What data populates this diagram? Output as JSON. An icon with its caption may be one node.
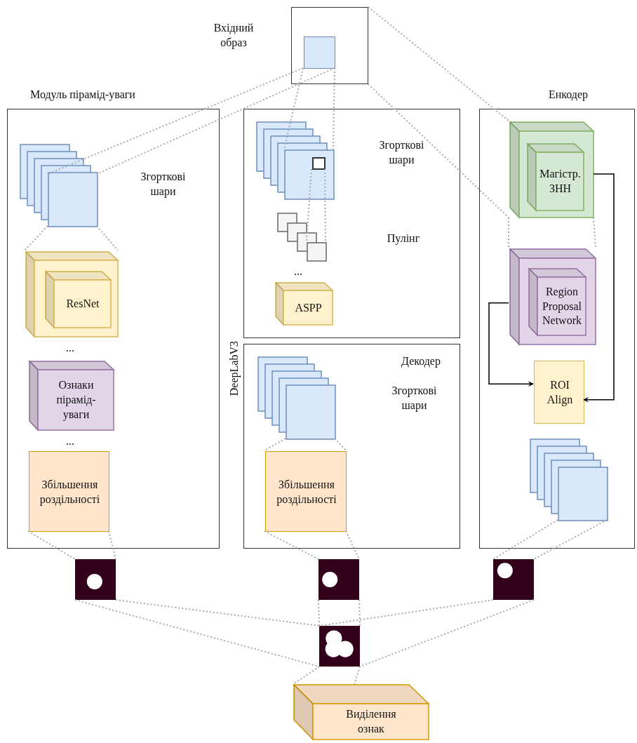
{
  "diagram": {
    "nodes": [
      {
        "text": [
          "Вхідний образ"
        ]
      },
      {
        "text": [],
        "shape": "box",
        "in": 0
      },
      {
        "text": [
          "Модуль пірамід-уваги"
        ]
      },
      {
        "text": [],
        "shape": "stack",
        "in": 2,
        "beside": [
          "Згорткові шари"
        ]
      },
      {
        "text": [],
        "shape": "cube",
        "in": 2
      },
      {
        "text": [
          "ResNet"
        ],
        "in": 4
      },
      {
        "text": [
          "Ознаки пірамід-уваги"
        ],
        "in": 2
      },
      {
        "text": [
          "Збільшення роздільності"
        ],
        "in": 2
      },
      {
        "text": [],
        "shape": "box"
      },
      {
        "text": [],
        "shape": "stack",
        "in": 8
      },
      {
        "text": [],
        "shape": "box",
        "in": 9
      },
      {
        "text": [],
        "shape": "stack",
        "in": 8
      },
      {
        "text": [
          "ASPP"
        ],
        "in": 8
      },
      {
        "text": [
          "Декодер"
        ]
      },
      {
        "text": [],
        "shape": "stack",
        "in": 13
      },
      {
        "text": [
          "Збільшення роздільності"
        ],
        "in": 13
      },
      {
        "text": [
          "Енкодер"
        ]
      },
      {
        "text": [],
        "shape": "cube",
        "in": 16
      },
      {
        "text": [
          "Магістр. ЗНН"
        ],
        "in": 17
      },
      {
        "text": [],
        "shape": "cube",
        "in": 16
      },
      {
        "text": [
          "Region Proposal Network"
        ],
        "in": 19
      },
      {
        "text": [
          "ROI Align"
        ],
        "in": 16
      },
      {
        "text": [],
        "shape": "stack",
        "in": 16
      },
      {
        "text": [],
        "shape": "picture"
      },
      {
        "text": [],
        "shape": "picture"
      },
      {
        "text": [],
        "shape": "picture"
      },
      {
        "text": [],
        "shape": "picture"
      },
      {
        "text": [
          "Виділення ознак"
        ]
      }
    ],
    "edges": [
      {
        "from": 1,
        "to": 3,
        "arrow": "none",
        "style": "dashed",
        "color": "#aaaaaa"
      },
      {
        "from": 1,
        "to": 3,
        "arrow": "none",
        "style": "dashed",
        "color": "#aaaaaa"
      },
      {
        "from": 1,
        "to": 9,
        "arrow": "none",
        "style": "dashed",
        "color": "#aaaaaa"
      },
      {
        "from": 1,
        "to": 9,
        "arrow": "none",
        "style": "dashed",
        "color": "#aaaaaa"
      },
      {
        "from": 0,
        "to": 17,
        "arrow": "none",
        "style": "dashed",
        "color": "#aaaaaa"
      },
      {
        "from": 0,
        "to": 17,
        "arrow": "none",
        "style": "dashed",
        "color": "#aaaaaa"
      },
      {
        "from": 3,
        "to": 4,
        "arrow": "none",
        "style": "dashed",
        "color": "#aaaaaa"
      },
      {
        "from": 3,
        "to": 4,
        "arrow": "none",
        "style": "dashed",
        "color": "#aaaaaa"
      },
      {
        "from": 10,
        "to": 11,
        "arrow": "none",
        "style": "dashed",
        "color": "#aaaaaa"
      },
      {
        "from": 10,
        "to": 11,
        "arrow": "none",
        "style": "dashed",
        "color": "#aaaaaa"
      },
      {
        "from": 14,
        "to": 15,
        "arrow": "none",
        "style": "dashed",
        "color": "#aaaaaa"
      },
      {
        "from": 14,
        "to": 15,
        "arrow": "none",
        "style": "dashed",
        "color": "#aaaaaa"
      },
      {
        "from": 17,
        "to": 19,
        "arrow": "none",
        "style": "dashed",
        "color": "#aaaaaa"
      },
      {
        "from": 17,
        "to": 19,
        "arrow": "none",
        "style": "dashed",
        "color": "#aaaaaa"
      },
      {
        "from": 19,
        "to": 21,
        "arrow": "to",
        "color": "#000000"
      },
      {
        "from": 17,
        "to": 21,
        "arrow": "to",
        "color": "#000000"
      },
      {
        "from": 7,
        "to": 23,
        "arrow": "none",
        "style": "dashed",
        "color": "#aaaaaa"
      },
      {
        "from": 7,
        "to": 23,
        "arrow": "none",
        "style": "dashed",
        "color": "#aaaaaa"
      },
      {
        "from": 15,
        "to": 24,
        "arrow": "none",
        "style": "dashed",
        "color": "#aaaaaa"
      },
      {
        "from": 15,
        "to": 24,
        "arrow": "none",
        "style": "dashed",
        "color": "#aaaaaa"
      },
      {
        "from": 22,
        "to": 25,
        "arrow": "none",
        "style": "dashed",
        "color": "#aaaaaa"
      },
      {
        "from": 22,
        "to": 25,
        "arrow": "none",
        "style": "dashed",
        "color": "#aaaaaa"
      },
      {
        "from": 23,
        "to": 26,
        "arrow": "none",
        "style": "dashed",
        "color": "#aaaaaa"
      },
      {
        "from": 23,
        "to": 26,
        "arrow": "none",
        "style": "dashed",
        "color": "#aaaaaa"
      },
      {
        "from": 24,
        "to": 26,
        "arrow": "none",
        "style": "dashed",
        "color": "#aaaaaa"
      },
      {
        "from": 24,
        "to": 26,
        "arrow": "none",
        "style": "dashed",
        "color": "#aaaaaa"
      },
      {
        "from": 25,
        "to": 26,
        "arrow": "none",
        "style": "dashed",
        "color": "#aaaaaa"
      },
      {
        "from": 25,
        "to": 26,
        "arrow": "none",
        "style": "dashed",
        "color": "#aaaaaa"
      },
      {
        "from": 26,
        "to": 27,
        "arrow": "none",
        "style": "dashed",
        "color": "#aaaaaa"
      },
      {
        "from": 26,
        "to": 27,
        "arrow": "none",
        "style": "dashed",
        "color": "#aaaaaa"
      }
    ],
    "labels": [
      "Згорткові шари",
      "Пулінг",
      "...",
      "...",
      "...",
      "DeepLabV3",
      "Згорткові шари"
    ]
  }
}
